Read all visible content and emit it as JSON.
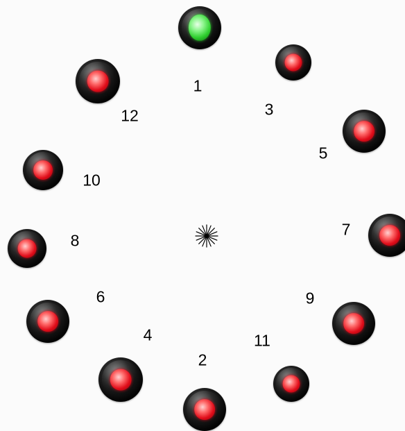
{
  "targets": [
    {
      "id": "1",
      "state": "active"
    },
    {
      "id": "2",
      "state": "inactive"
    },
    {
      "id": "3",
      "state": "inactive"
    },
    {
      "id": "4",
      "state": "inactive"
    },
    {
      "id": "5",
      "state": "inactive"
    },
    {
      "id": "6",
      "state": "inactive"
    },
    {
      "id": "7",
      "state": "inactive"
    },
    {
      "id": "8",
      "state": "inactive"
    },
    {
      "id": "9",
      "state": "inactive"
    },
    {
      "id": "10",
      "state": "inactive"
    },
    {
      "id": "11",
      "state": "inactive"
    },
    {
      "id": "12",
      "state": "inactive"
    }
  ],
  "labels": {
    "l1": "1",
    "l2": "2",
    "l3": "3",
    "l4": "4",
    "l5": "5",
    "l6": "6",
    "l7": "7",
    "l8": "8",
    "l9": "9",
    "l10": "10",
    "l11": "11",
    "l12": "12"
  },
  "colors": {
    "active": "#2fcf2f",
    "inactive": "#e00d1a",
    "background": "#fbfbfb"
  },
  "center_icon": "starburst-crosshair-icon"
}
